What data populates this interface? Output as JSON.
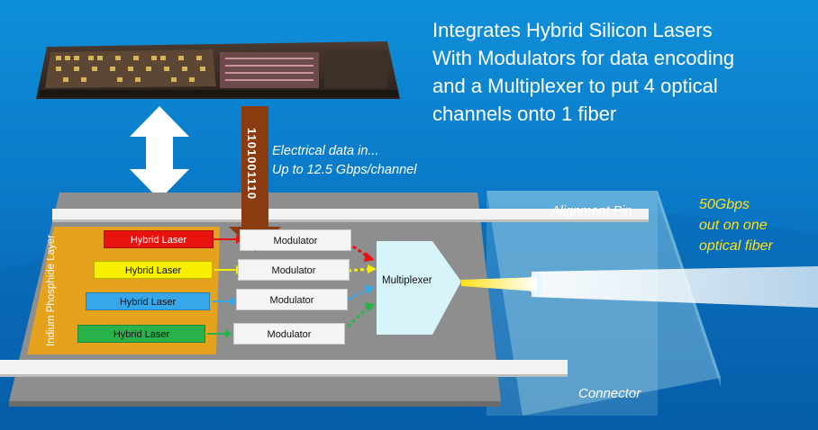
{
  "headline": {
    "line1": "Integrates Hybrid Silicon Lasers",
    "line2": "With Modulators for data encoding",
    "line3": "and a Multiplexer to put 4 optical",
    "line4": "channels onto 1 fiber"
  },
  "electrical": {
    "line1": "Electrical data in...",
    "line2": "Up to 12.5 Gbps/channel",
    "bits": "1101001110"
  },
  "output": {
    "line1": "50Gbps",
    "line2": "out on one",
    "line3": "optical fiber"
  },
  "labels": {
    "alignment_pin": "Alignment Pin",
    "connector": "Connector",
    "indium_layer": "Indium Phosphide Layer",
    "multiplexer": "Multiplexer"
  },
  "lasers": [
    {
      "label": "Hybrid Laser",
      "color": "#e8130f",
      "text_color": "#ffffff"
    },
    {
      "label": "Hybrid Laser",
      "color": "#f7ee00",
      "text_color": "#111111"
    },
    {
      "label": "Hybrid Laser",
      "color": "#36a8ea",
      "text_color": "#111111"
    },
    {
      "label": "Hybrid Laser",
      "color": "#2ab24a",
      "text_color": "#111111"
    }
  ],
  "modulators": [
    "Modulator",
    "Modulator",
    "Modulator",
    "Modulator"
  ],
  "colors": {
    "background": "#0a79c8",
    "board": "#8e8e8e",
    "indium_layer": "#e5a21c",
    "arrow_bits": "#8a3c10",
    "fiber_text": "#ffe21a"
  }
}
